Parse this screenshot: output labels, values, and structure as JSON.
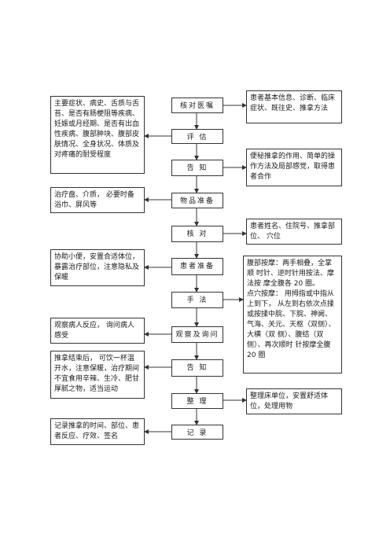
{
  "steps": [
    "核对医嘱",
    "评  估",
    "告  知",
    "物品准备",
    "核  对",
    "患者准备",
    "手  法",
    "观察及询问",
    "告  知",
    "整  理",
    "记  录"
  ],
  "notes": {
    "left_assess": "主要症状、病史、舌质与舌苔、是否有肠梗阻等疾病、妊娠或月经期、是否有出血性疾病、腹部肿块、腹部皮肤情况、全身状况、体质及对疼痛的耐受程度",
    "left_items": "治疗盘、介质，  必要时备浴巾、屏风等",
    "left_patient_prep": "协助小便，安置合适体位，暴露治疗部位，注意隐私及保暖",
    "left_observe": "观察病人反应，  询问病人感受",
    "left_inform": "推拿结束后，  可饮一杯温开水，注意保暖，治疗期间不宜食用辛辣、生冷、肥甘厚腻之物，适当运动",
    "left_record": "记录推拿的时间、部位、患者反应、疗效、签名",
    "right_order": "患者基本信息、诊断、临床症状、既往史、推拿方法",
    "right_inform": "便秘推拿的作用、简单的操作方法及局部感觉，取得患者合作",
    "right_verify": "患者姓名、住院号、推拿部位、  穴位",
    "right_technique": "腹部按摩：两手相叠，全掌顺  时针、逆时针用按法、摩法按  摩全腹各 20 圈。\n点穴按摩：  用拇指或中指从上到下，  从左到右依次点揉或按揉中脘、下脘、神阙、气海、关元、天枢（双侧）、大横（双  侧）、腹结（双侧）、再次顺时  针按摩全腹  20 圈",
    "right_tidy": "整理床单位，安置舒适体位，处理用物"
  }
}
